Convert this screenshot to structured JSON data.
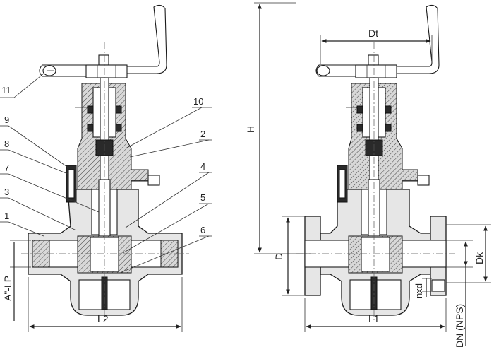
{
  "callouts": {
    "c1": "1",
    "c2": "2",
    "c3": "3",
    "c4": "4",
    "c5": "5",
    "c6": "6",
    "c7": "7",
    "c8": "8",
    "c9": "9",
    "c10": "10",
    "c11": "11"
  },
  "dimensions": {
    "dt": "Dt",
    "h": "H",
    "l1": "L1",
    "l2": "L2",
    "d": "D",
    "dk": "Dk",
    "nxd": "nxd",
    "dn": "DN (NPS)",
    "a_lp": "A\"-LP"
  },
  "colors": {
    "line": "#222222",
    "fill": "#e6e6e6",
    "dark": "#2a2a2a"
  }
}
